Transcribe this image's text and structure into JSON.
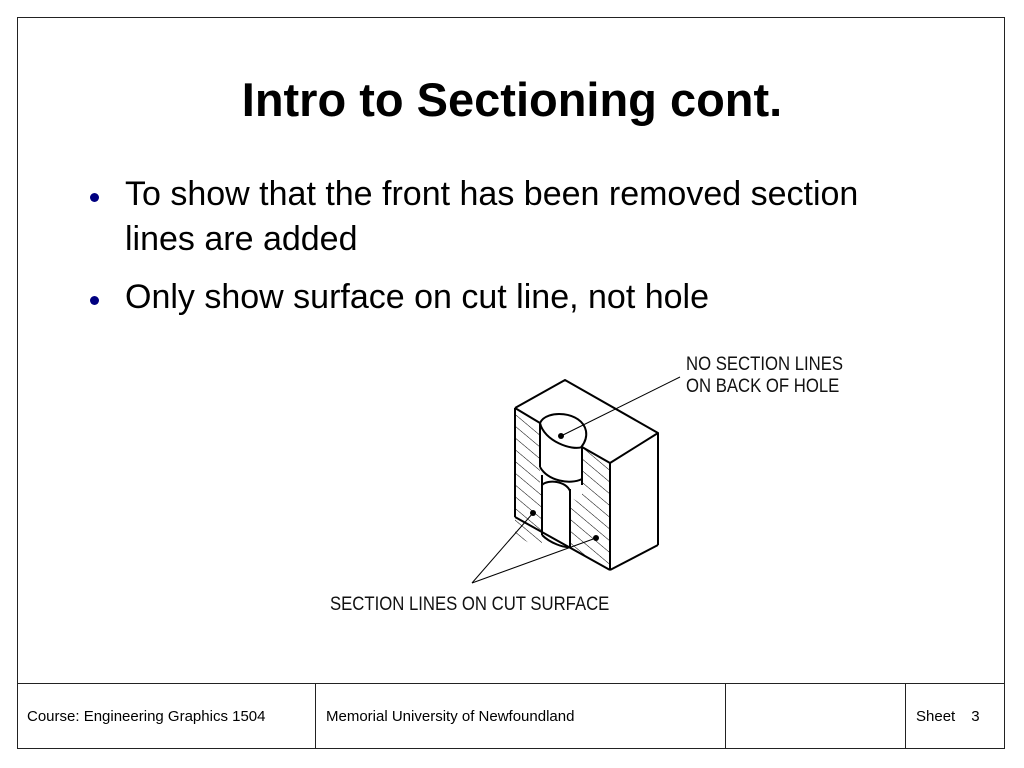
{
  "slide": {
    "title": "Intro to Sectioning cont.",
    "bullets": [
      "To show that the front has been removed section lines are added",
      "Only show surface on cut line, not hole"
    ]
  },
  "figure": {
    "label_back_line1": "NO SECTION LINES",
    "label_back_line2": "ON BACK OF HOLE",
    "label_cut": "SECTION LINES ON CUT SURFACE"
  },
  "footer": {
    "course": "Course: Engineering Graphics 1504",
    "university": "Memorial University of Newfoundland",
    "blank": "",
    "sheet_label": "Sheet",
    "sheet_number": "3"
  },
  "colors": {
    "bullet": "#000080",
    "border": "#222222"
  }
}
